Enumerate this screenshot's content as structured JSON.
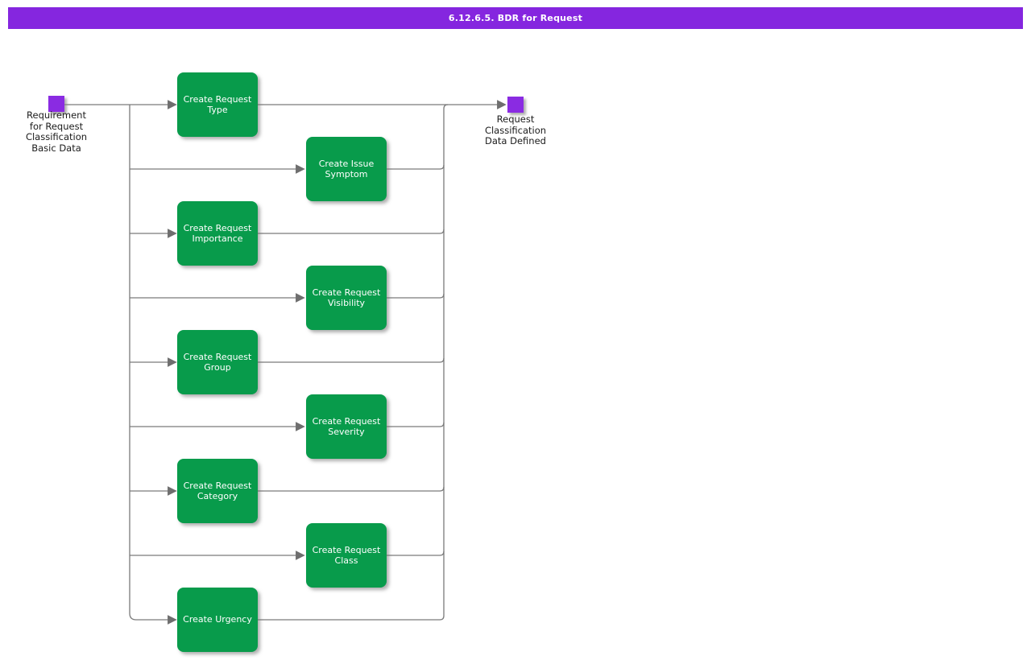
{
  "title_bar": {
    "label": "6.12.6.5. BDR for Request"
  },
  "colors": {
    "title_bar_bg": "#8526DF",
    "event_node": "#8A2BE2",
    "task_bg": "#089B4B",
    "task_text": "#FFFFFF",
    "connector_line": "#7A7A7A",
    "arrowhead": "#6E6E6E",
    "label_text": "#1B1B1B",
    "background": "#FFFFFF"
  },
  "events": {
    "start": {
      "label": "Requirement\nfor Request\nClassification\nBasic Data"
    },
    "end": {
      "label": "Request\nClassification\nData Defined"
    }
  },
  "tasks": [
    {
      "label": "Create Request\nType"
    },
    {
      "label": "Create Issue\nSymptom"
    },
    {
      "label": "Create Request\nImportance"
    },
    {
      "label": "Create Request\nVisibility"
    },
    {
      "label": "Create Request\nGroup"
    },
    {
      "label": "Create Request\nSeverity"
    },
    {
      "label": "Create Request\nCategory"
    },
    {
      "label": "Create Request\nClass"
    },
    {
      "label": "Create Urgency"
    }
  ]
}
